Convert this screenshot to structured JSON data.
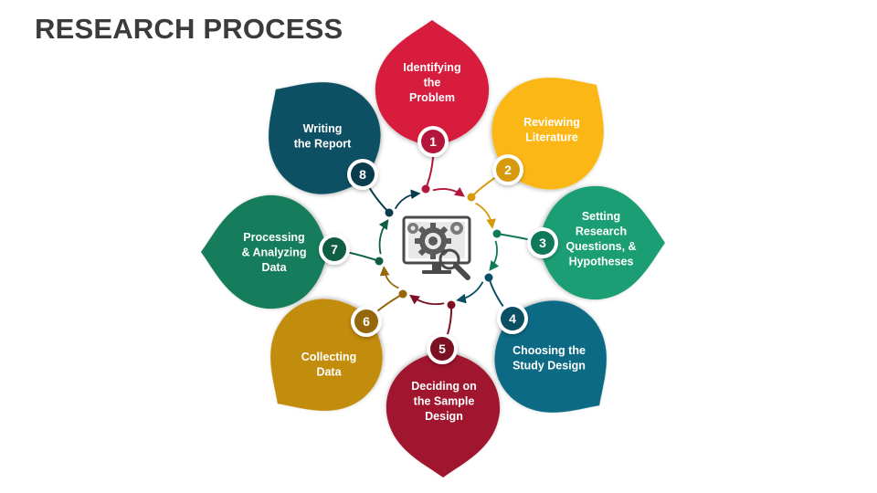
{
  "title": "RESEARCH PROCESS",
  "center_icon": "gear-magnifier-monitor-icon",
  "colors": {
    "title": "#3b3b3b",
    "connector_default": "#555555"
  },
  "steps": [
    {
      "number": "1",
      "lines": [
        "Identifying",
        "the",
        "Problem"
      ],
      "petal_color": "#d81e3e",
      "badge_color": "#b3163a",
      "arrow_color": "#b3163a"
    },
    {
      "number": "2",
      "lines": [
        "Reviewing",
        "Literature"
      ],
      "petal_color": "#fbb716",
      "badge_color": "#d79a0c",
      "arrow_color": "#d79a0c"
    },
    {
      "number": "3",
      "lines": [
        "Setting",
        "Research",
        "Questions, &",
        "Hypotheses"
      ],
      "petal_color": "#1a9e75",
      "badge_color": "#0f7a59",
      "arrow_color": "#0f7a59"
    },
    {
      "number": "4",
      "lines": [
        "Choosing the",
        "Study Design"
      ],
      "petal_color": "#0d6a84",
      "badge_color": "#0a4f63",
      "arrow_color": "#0a4f63"
    },
    {
      "number": "5",
      "lines": [
        "Deciding on",
        "the Sample",
        "Design"
      ],
      "petal_color": "#a0172e",
      "badge_color": "#7d1124",
      "arrow_color": "#7d1124"
    },
    {
      "number": "6",
      "lines": [
        "Collecting",
        "Data"
      ],
      "petal_color": "#c28c08",
      "badge_color": "#94680a",
      "arrow_color": "#94680a"
    },
    {
      "number": "7",
      "lines": [
        "Processing",
        "& Analyzing",
        "Data"
      ],
      "petal_color": "#177d5c",
      "badge_color": "#0f5e44",
      "arrow_color": "#0f5e44"
    },
    {
      "number": "8",
      "lines": [
        "Writing",
        "the Report"
      ],
      "petal_color": "#0c4f64",
      "badge_color": "#093d4e",
      "arrow_color": "#093d4e"
    }
  ]
}
